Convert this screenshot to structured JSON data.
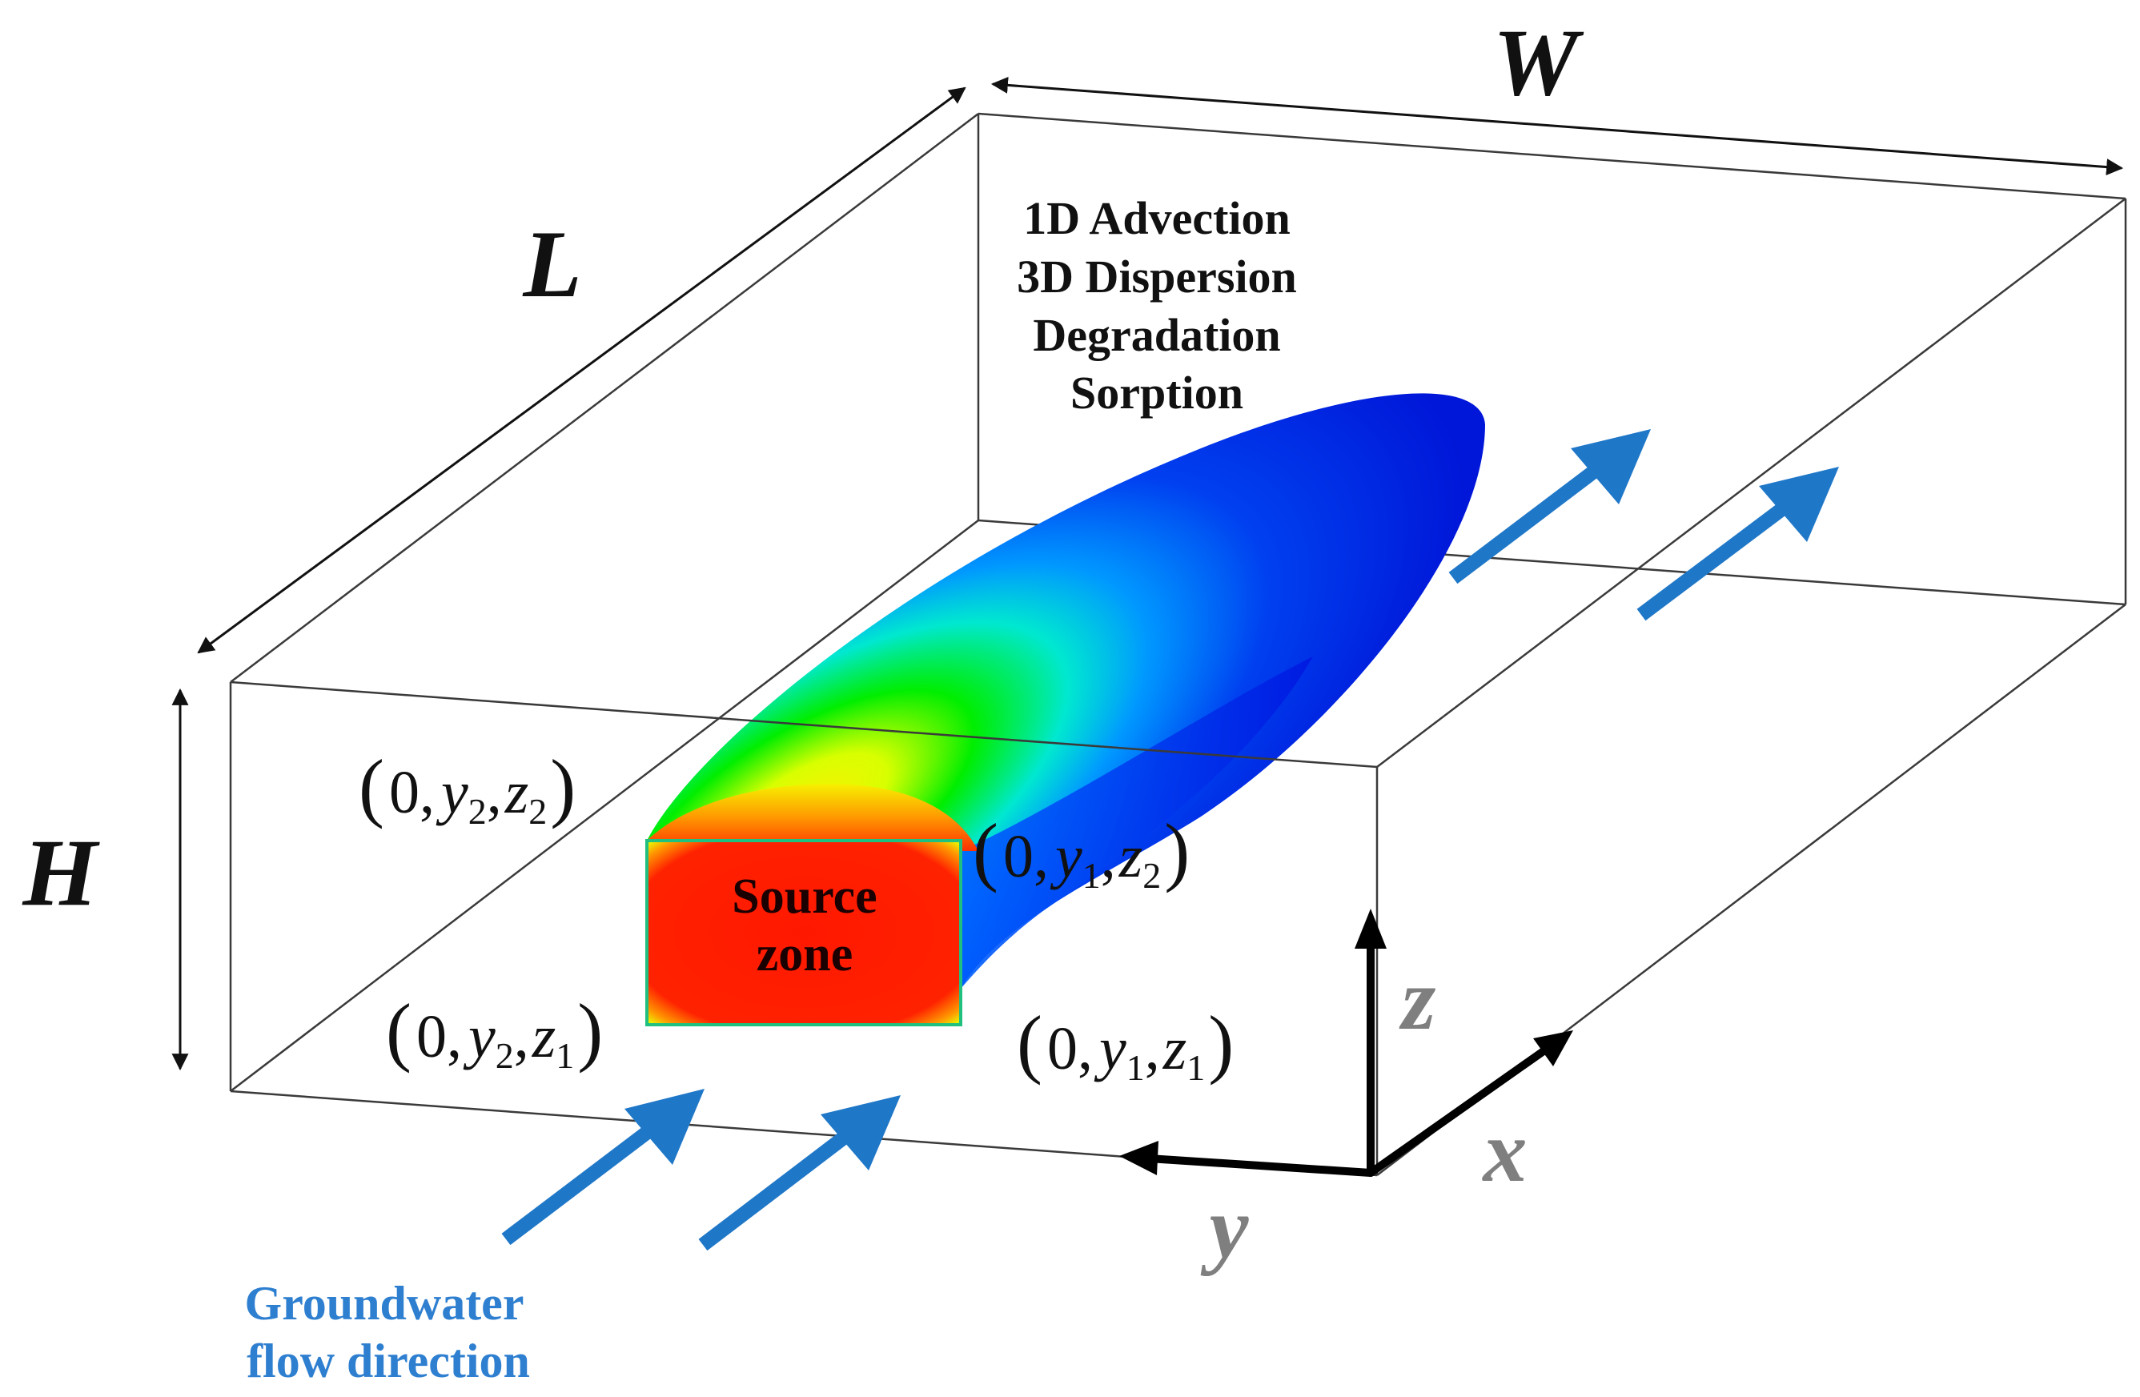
{
  "dimensions": {
    "length": "L",
    "width": "W",
    "height": "H"
  },
  "processes": [
    "1D Advection",
    "3D Dispersion",
    "Degradation",
    "Sorption"
  ],
  "source_zone": {
    "line1": "Source",
    "line2": "zone"
  },
  "corners": {
    "top_left": {
      "open": "(",
      "zero": "0,",
      "y": "y",
      "ysub": "2",
      "comma": ",",
      "z": "z",
      "zsub": "2",
      "close": ")"
    },
    "top_right": {
      "open": "(",
      "zero": "0,",
      "y": "y",
      "ysub": "1",
      "comma": ",",
      "z": "z",
      "zsub": "2",
      "close": ")"
    },
    "bottom_left": {
      "open": "(",
      "zero": "0,",
      "y": "y",
      "ysub": "2",
      "comma": ",",
      "z": "z",
      "zsub": "1",
      "close": ")"
    },
    "bottom_right": {
      "open": "(",
      "zero": "0,",
      "y": "y",
      "ysub": "1",
      "comma": ",",
      "z": "z",
      "zsub": "1",
      "close": ")"
    }
  },
  "axes": {
    "x": "x",
    "y": "y",
    "z": "z"
  },
  "flow_label": {
    "line1": "Groundwater",
    "line2": "flow direction"
  },
  "colors": {
    "box": "#333333",
    "arrow_blue": "#1f77c8",
    "axis_label_gray": "#7f7f7f",
    "flow_text": "#2e7fd0",
    "plume_high": "#ff1a00",
    "plume_mid": "#00ee00",
    "plume_low": "#0018e8"
  }
}
